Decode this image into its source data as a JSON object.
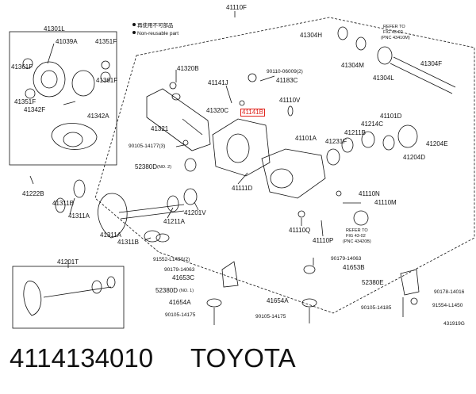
{
  "title": "41110F",
  "legend": {
    "item1": "再使用不可部品",
    "item2": "Non-reusable part"
  },
  "highlight": "41141B",
  "labels": {
    "p41301L": "41301L",
    "p41039A": "41039A",
    "p41351F_a": "41351F",
    "p41361F_a": "41361F",
    "p41361F_b": "41361F",
    "p41351F_b": "41351F",
    "p41342F": "41342F",
    "p41342A": "41342A",
    "p41320B": "41320B",
    "p41141J": "41141J",
    "p90110": "90110-06009(2)",
    "p41183C": "41183C",
    "p41320C": "41320C",
    "p41321": "41321",
    "p90105a": "90105-14177(3)",
    "p52380D_2": "52380D",
    "p52380D_2n": "(NO. 2)",
    "p41222B": "41222B",
    "p41311B_a": "41311B",
    "p41311A_a": "41311A",
    "p41311A_b": "41311A",
    "p41311B_b": "41311B",
    "p41211A": "41211A",
    "p41201V": "41201V",
    "p41111D": "41111D",
    "p41110V": "41110V",
    "p41101A": "41101A",
    "p41231F": "41231F",
    "p41211B": "41211B",
    "p41214C": "41214C",
    "p41101D": "41101D",
    "p41204E": "41204E",
    "p41204D": "41204D",
    "p41110N": "41110N",
    "p41110M": "41110M",
    "p41110Q": "41110Q",
    "p41110P": "41110P",
    "p41304H": "41304H",
    "p41304M": "41304M",
    "p41304L": "41304L",
    "p41304F": "41304F",
    "ref1a": "REFER TO",
    "ref1b": "FIG 43-02",
    "ref1c": "(PNC 43410M)",
    "ref2a": "REFER TO",
    "ref2b": "FIG 43-02",
    "ref2c": "(PNC 43420B)",
    "p41201T": "41201T",
    "p91552": "91552-L1450(2)",
    "p90179a": "90179-14063",
    "p41653C": "41653C",
    "p52380D_1": "52380D",
    "p52380D_1n": "(NO. 1)",
    "p41654A_a": "41654A",
    "p90105b": "90105-14175",
    "p41654A_b": "41654A",
    "p90105c": "90105-14175",
    "p90179b": "90179-14063",
    "p41653B": "41653B",
    "p52380E": "52380E",
    "p90178": "90178-14016",
    "p90105d": "90105-14185",
    "p91554": "91554-L1450",
    "figno": "431919G"
  },
  "caption": {
    "partno": "4114134010",
    "brand": "TOYOTA"
  },
  "colors": {
    "highlight": "#e0231c",
    "ink": "#111111"
  }
}
